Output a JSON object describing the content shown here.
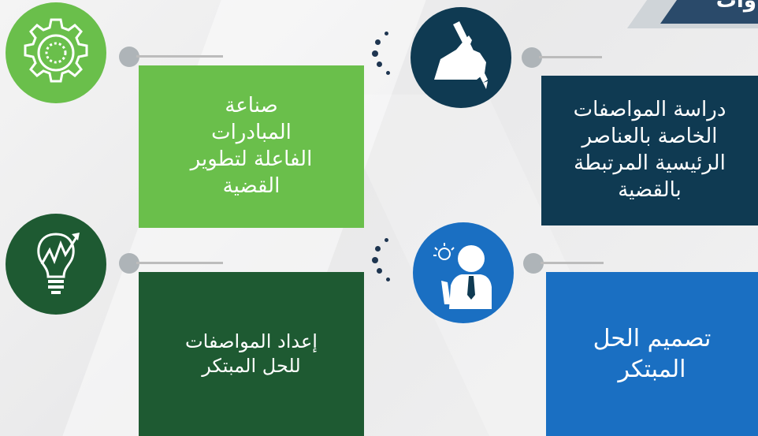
{
  "header": {
    "title_fragment": "وات"
  },
  "steps": [
    {
      "id": "study",
      "text": "دراسة المواصفات\nالخاصة بالعناصر\nالرئيسية المرتبطة\nبالقضية",
      "icon": "hand-pen-icon",
      "color": "#0f3a52"
    },
    {
      "id": "initiatives",
      "text": "صناعة\nالمبادرات\nالفاعلة لتطوير\nالقضية",
      "icon": "gear-icon",
      "color": "#6abf4b"
    },
    {
      "id": "design",
      "text": "تصميم الحل\nالمبتكر",
      "icon": "businessman-idea-icon",
      "color": "#1a6fc2"
    },
    {
      "id": "prepare",
      "text": "إعداد المواصفات\nللحل المبتكر",
      "icon": "lightbulb-growth-icon",
      "color": "#1e5a32"
    }
  ]
}
